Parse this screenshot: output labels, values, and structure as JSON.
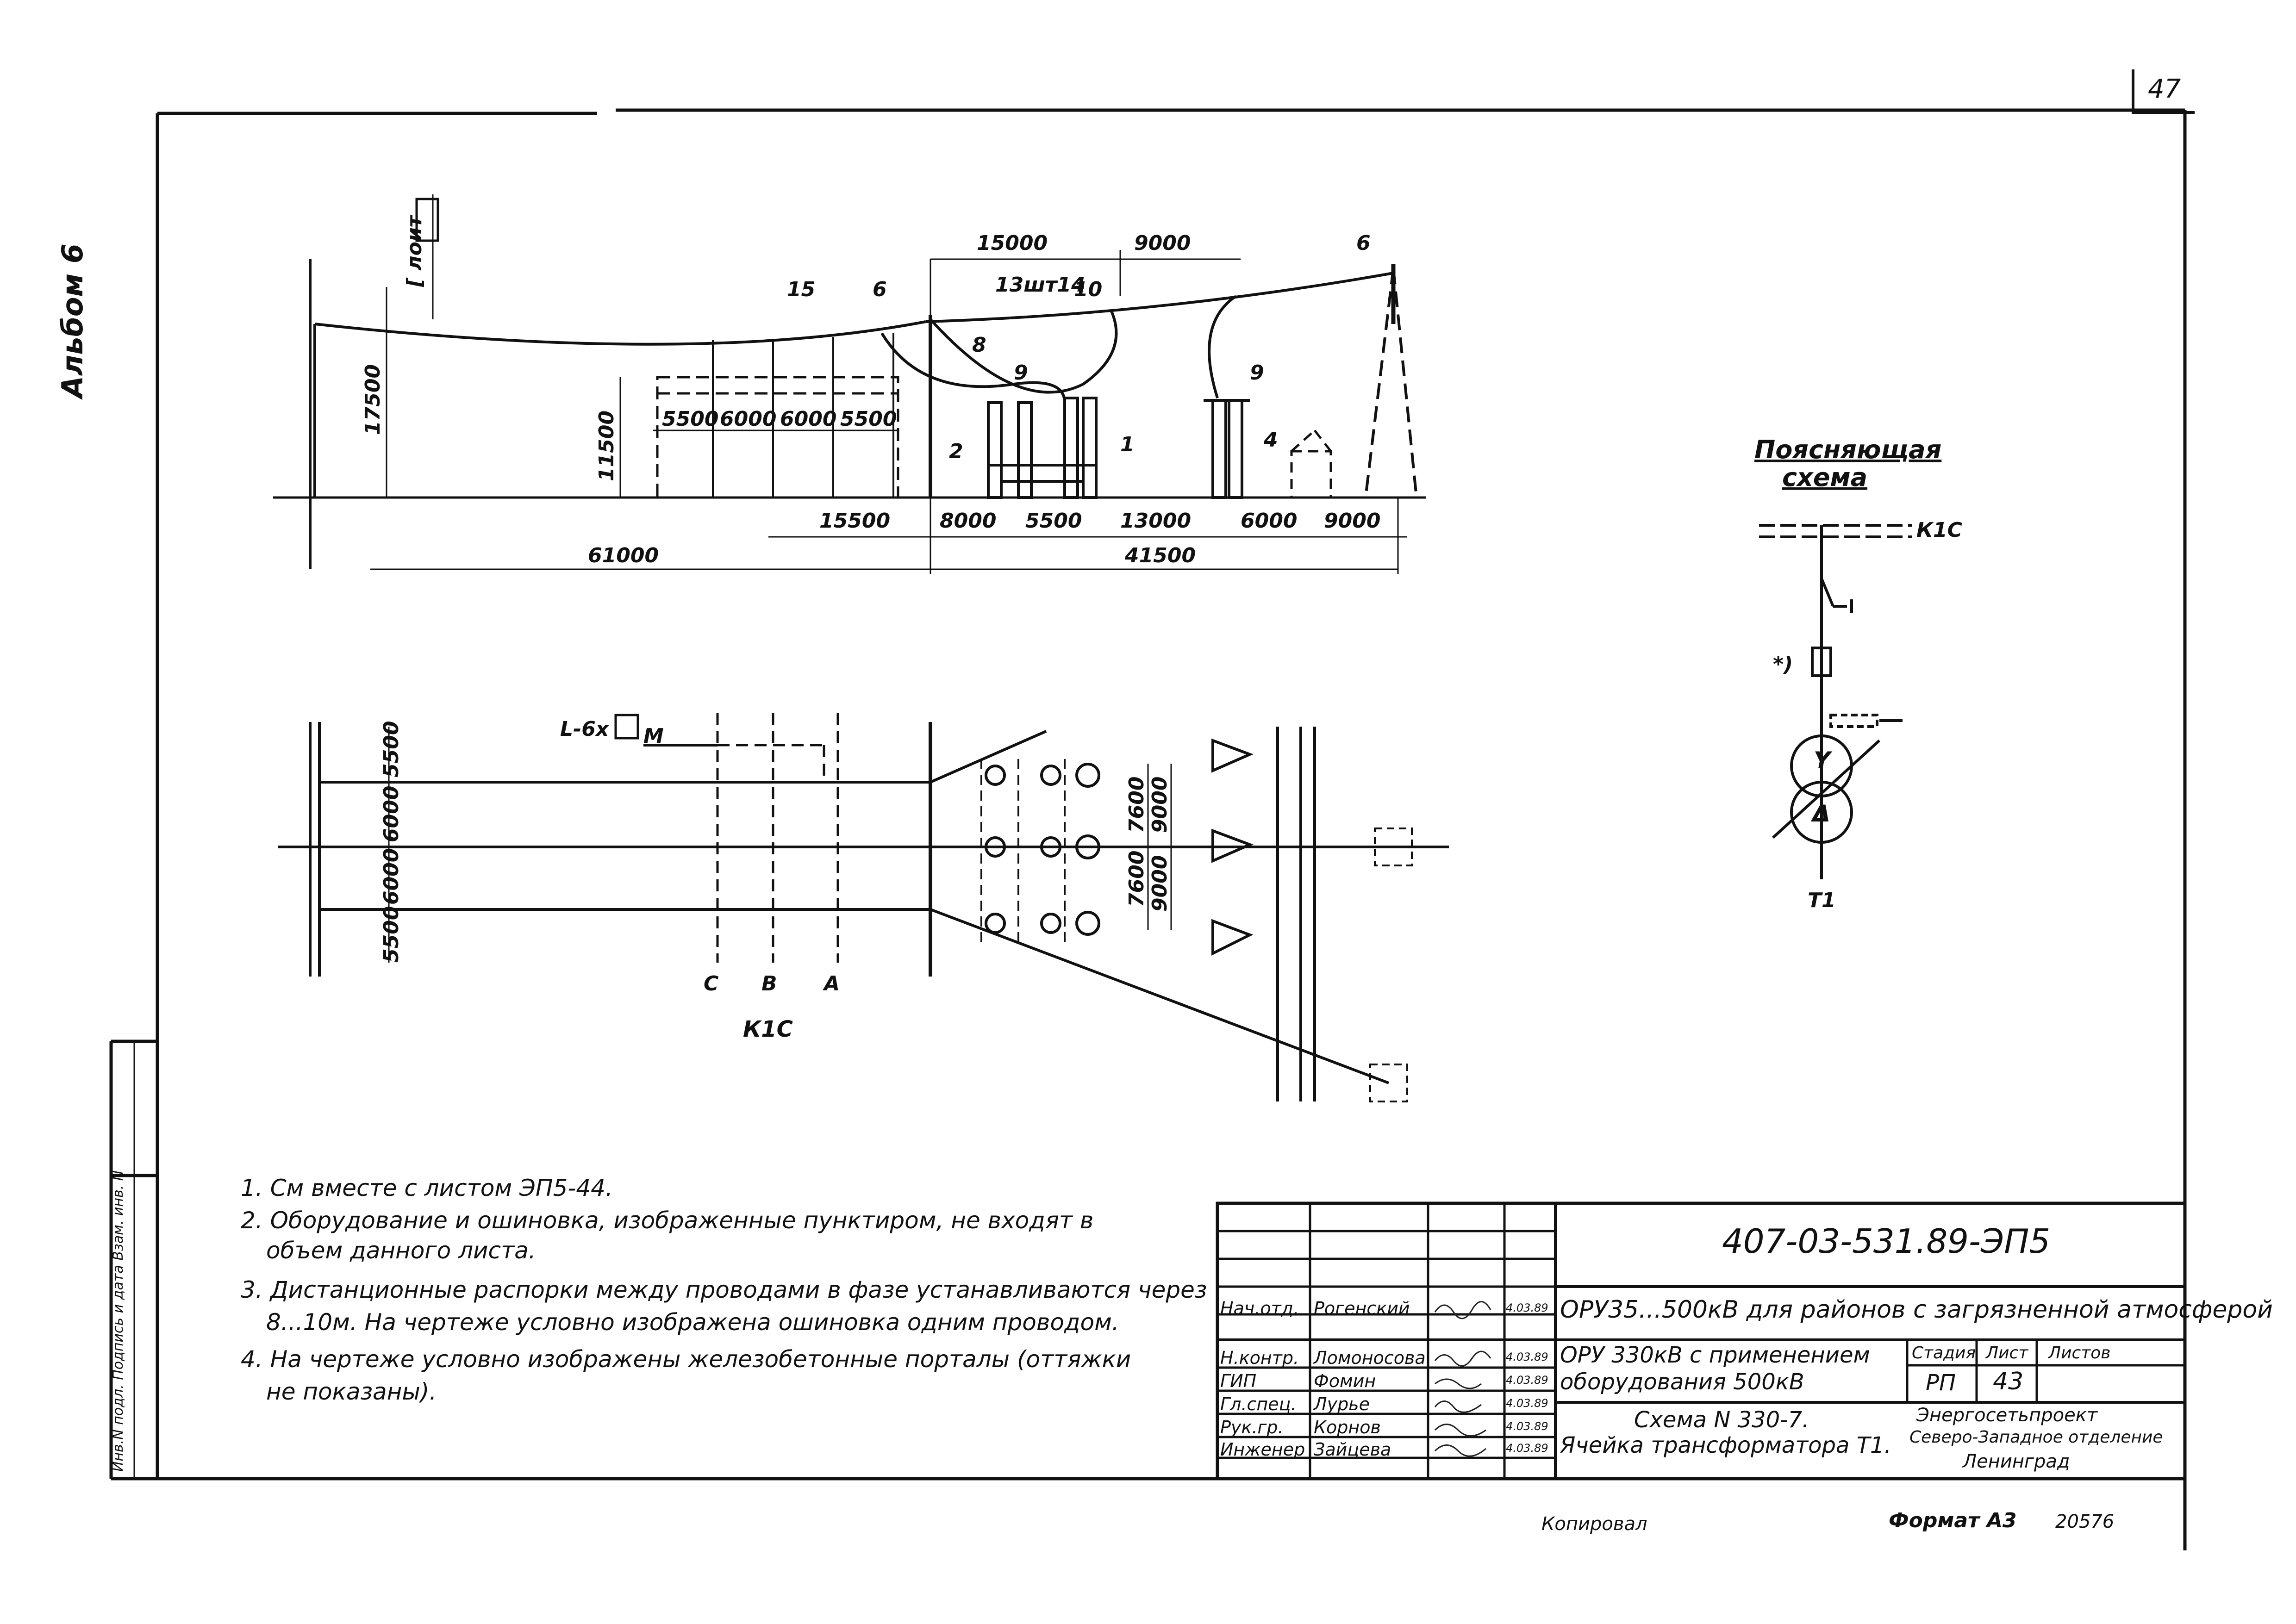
{
  "sheet_corner_number": "47",
  "album_label": "Альбом 6",
  "elevation_view": {
    "dims_top": [
      "15000",
      "9000"
    ],
    "dims_vertical": [
      "17500",
      "11500"
    ],
    "dims_bus_spans": [
      "5500",
      "6000",
      "6000",
      "5500"
    ],
    "dims_bottom_row": [
      "15500",
      "8000",
      "5500",
      "13000",
      "6000",
      "9000"
    ],
    "dims_overall": [
      "61000",
      "41500"
    ],
    "callouts": [
      "15",
      "6",
      "8",
      "10",
      "9",
      "9",
      "2",
      "1",
      "4",
      "6"
    ],
    "conductor_label": "13шт14",
    "profile_label": "[ лоит"
  },
  "plan_view": {
    "profile_label": "L-6x",
    "profile_suffix": "M",
    "dims_left": [
      "5500",
      "6000",
      "6000",
      "5500"
    ],
    "dims_right": [
      "7600",
      "7600",
      "9000",
      "9000"
    ],
    "phase_labels": [
      "C",
      "B",
      "A"
    ],
    "node_label": "К1С"
  },
  "explanatory_scheme": {
    "title_line1": "Поясняющая",
    "title_line2": "схема",
    "bus_label": "К1С",
    "star_label": "*)",
    "transformer_label": "Т1"
  },
  "notes": [
    "1. См вместе с листом ЭП5-44.",
    "2. Оборудование и ошиновка, изображенные пунктиром, не входят в",
    "объем данного листа.",
    "3. Дистанционные распорки между проводами в фазе устанавливаются через",
    "8...10м. На чертеже условно изображена ошиновка одним проводом.",
    "4. На чертеже условно изображены железобетонные порталы (оттяжки",
    "не показаны)."
  ],
  "title_block": {
    "designation": "407-03-531.89-ЭП5",
    "project_title": "ОРУ35...500кВ для районов с загрязненной атмосферой",
    "subtitle_line1": "ОРУ 330кВ с применением",
    "subtitle_line2": "оборудования 500кВ",
    "drawing_line1": "Схема N 330-7.",
    "drawing_line2": "Ячейка трансформатора Т1.",
    "stage_header": "Стадия",
    "sheet_header": "Лист",
    "sheets_header": "Листов",
    "stage_value": "РП",
    "sheet_value": "43",
    "org_line1": "Энергосетьпроект",
    "org_line2": "Северо-Западное отделение",
    "org_line3": "Ленинград",
    "signatures": [
      {
        "role": "Нач.отд.",
        "name": "Рогенский",
        "date": "4.03.89"
      },
      {
        "role": "Н.контр.",
        "name": "Ломоносова",
        "date": "4.03.89"
      },
      {
        "role": "ГИП",
        "name": "Фомин",
        "date": "4.03.89"
      },
      {
        "role": "Гл.спец.",
        "name": "Лурье",
        "date": "4.03.89"
      },
      {
        "role": "Рук.гр.",
        "name": "Корнов",
        "date": "4.03.89"
      },
      {
        "role": "Инженер",
        "name": "Зайцева",
        "date": "4.03.89"
      }
    ]
  },
  "left_stamp": "Инв.N подл. Подпись и дата Взам. инв. N",
  "bottom_copied": "Копировал",
  "bottom_format": "Формат А3",
  "bottom_number": "20576"
}
